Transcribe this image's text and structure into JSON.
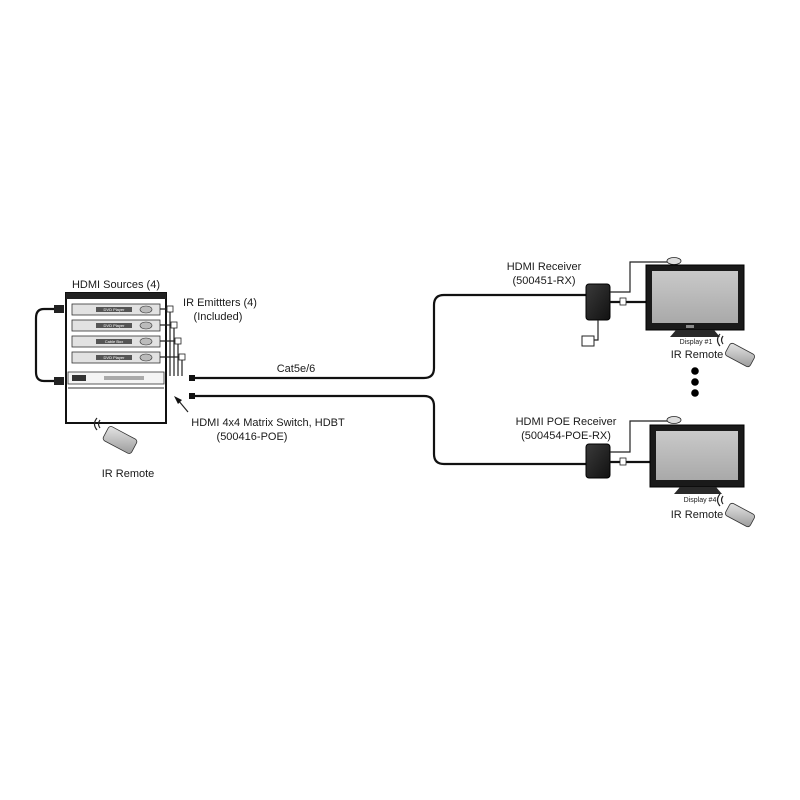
{
  "labels": {
    "hdmi_sources": "HDMI Sources (4)",
    "ir_emitters_line1": "IR Emittters (4)",
    "ir_emitters_line2": "(Included)",
    "cable": "Cat5e/6",
    "matrix_line1": "HDMI 4x4 Matrix Switch,  HDBT",
    "matrix_line2": "(500416-POE)",
    "ir_remote_source": "IR Remote",
    "receiver1_line1": "HDMI Receiver",
    "receiver1_line2": "(500451-RX)",
    "display1": "Display #1",
    "ir_remote_display1": "IR Remote",
    "receiver2_line1": "HDMI POE Receiver",
    "receiver2_line2": "(500454-POE-RX)",
    "display4": "Display #4",
    "ir_remote_display4": "IR Remote"
  },
  "source_devices": [
    {
      "label": "DVD Player"
    },
    {
      "label": "DVD Player"
    },
    {
      "label": "Cable Box"
    },
    {
      "label": "DVD Player"
    }
  ]
}
